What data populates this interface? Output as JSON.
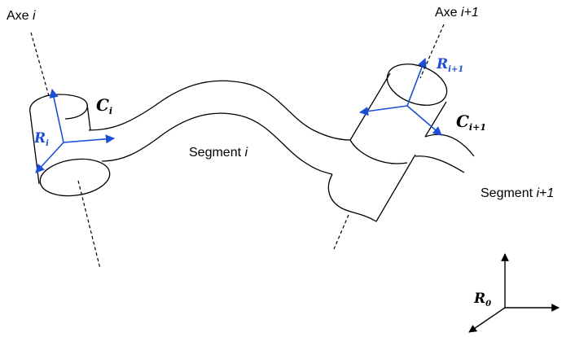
{
  "labels": {
    "axe_i_prefix": "Axe ",
    "axe_i_index": "i",
    "axe_i1_prefix": "Axe ",
    "axe_i1_index": "i+1",
    "segment_i_prefix": "Segment ",
    "segment_i_index": "i",
    "segment_i1_prefix": "Segment ",
    "segment_i1_index": "i+1",
    "c_i_main": "C",
    "c_i_sub": "i",
    "c_i1_main": "C",
    "c_i1_sub": "i+1",
    "r_i_main": "R",
    "r_i_sub": "i",
    "r_i1_main": "R",
    "r_i1_sub": "i+1",
    "r_0_main": "R",
    "r_0_sub": "0"
  },
  "colors": {
    "frame_axes": "#1a4fd6",
    "outline": "#000000",
    "global_frame": "#000000"
  }
}
